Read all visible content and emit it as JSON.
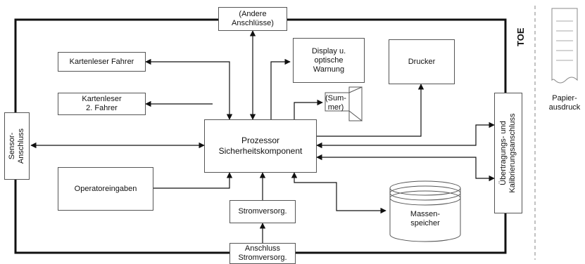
{
  "boundary_label": "TOE",
  "boxes": {
    "andere_anschluesse": "(Andere\nAnschlüsse)",
    "kartenleser_fahrer": "Kartenleser Fahrer",
    "kartenleser_2_fahrer": "Kartenleser\n2. Fahrer",
    "display": "Display u.\noptische\nWarnung",
    "drucker": "Drucker",
    "summer": "(Sum-\nmer)",
    "prozessor": "Prozessor\nSicherheitskomponent",
    "operatoreingaben": "Operatoreingaben",
    "stromversorg": "Stromversorg.",
    "anschluss_stromversorg": "Anschluss\nStromversorg.",
    "massenspeicher": "Massen-\nspeicher",
    "sensor_anschluss": "Sensor-\nAnschluss",
    "uebertragung": "Übertragungs- und\nKalibrierungsanschluss"
  },
  "papier": "Papier-\nausdruck"
}
